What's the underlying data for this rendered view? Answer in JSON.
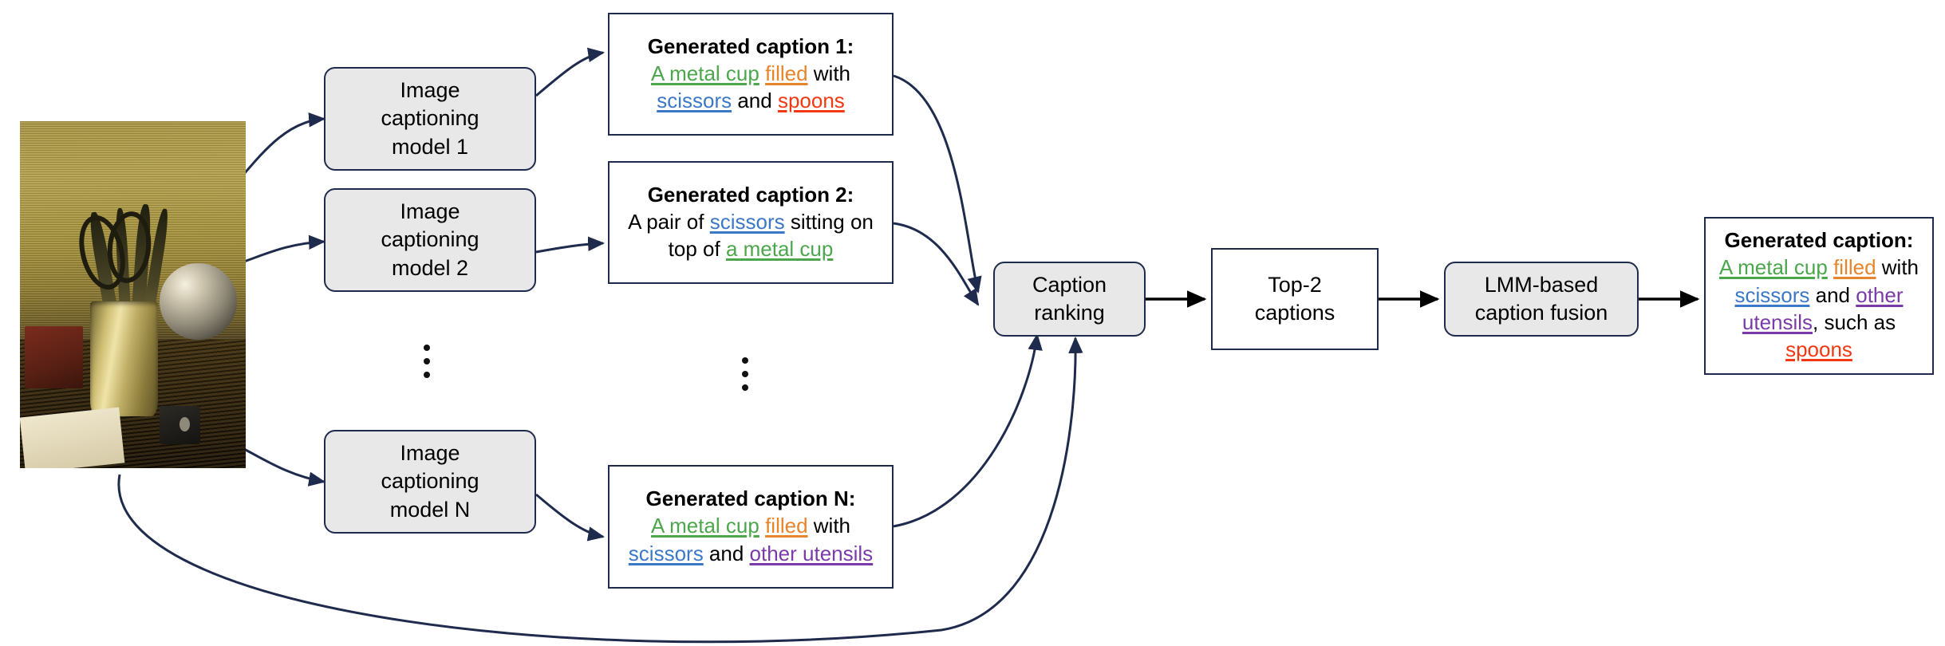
{
  "meta": {
    "title": "Image captioning ensemble and LMM-based caption fusion pipeline"
  },
  "palette": {
    "border": "#1f2b4d",
    "process_fill": "#e8e8e8",
    "data_fill": "#ffffff",
    "green": "#4CA64C",
    "orange": "#E8842B",
    "blue": "#3C78C8",
    "red": "#F03812",
    "purple": "#7A3BA8",
    "black": "#000000"
  },
  "source_image": {
    "alt": "Photograph of a metal cup holding scissors and utensils on a wooden table"
  },
  "models": [
    {
      "id": "model-1",
      "lines": [
        "Image",
        "captioning",
        "model 1"
      ]
    },
    {
      "id": "model-2",
      "lines": [
        "Image",
        "captioning",
        "model 2"
      ]
    },
    {
      "id": "model-n",
      "lines": [
        "Image",
        "captioning",
        "model N"
      ]
    }
  ],
  "captions": [
    {
      "id": "caption-1",
      "title": "Generated caption 1:",
      "tokens": [
        {
          "text": "A metal cup",
          "color": "green",
          "underline": true
        },
        {
          "text": " ",
          "color": "black",
          "underline": false
        },
        {
          "text": "filled",
          "color": "orange",
          "underline": true
        },
        {
          "text": " with ",
          "color": "black",
          "underline": false
        },
        {
          "text": "scissors",
          "color": "blue",
          "underline": true
        },
        {
          "text": " and ",
          "color": "black",
          "underline": false
        },
        {
          "text": "spoons",
          "color": "red",
          "underline": true
        }
      ],
      "plain": "A metal cup filled with scissors and spoons"
    },
    {
      "id": "caption-2",
      "title": "Generated caption 2:",
      "tokens": [
        {
          "text": "A pair of ",
          "color": "black",
          "underline": false
        },
        {
          "text": "scissors",
          "color": "blue",
          "underline": true
        },
        {
          "text": " sitting on top of ",
          "color": "black",
          "underline": false
        },
        {
          "text": "a metal cup",
          "color": "green",
          "underline": true
        }
      ],
      "plain": "A pair of scissors sitting on top of a metal cup"
    },
    {
      "id": "caption-n",
      "title": "Generated caption N:",
      "tokens": [
        {
          "text": "A metal cup",
          "color": "green",
          "underline": true
        },
        {
          "text": " ",
          "color": "black",
          "underline": false
        },
        {
          "text": "filled",
          "color": "orange",
          "underline": true
        },
        {
          "text": " with ",
          "color": "black",
          "underline": false
        },
        {
          "text": "scissors",
          "color": "blue",
          "underline": true
        },
        {
          "text": " and ",
          "color": "black",
          "underline": false
        },
        {
          "text": "other utensils",
          "color": "purple",
          "underline": true
        }
      ],
      "plain": "A metal cup filled with scissors and other utensils"
    }
  ],
  "stages": {
    "caption_ranking": {
      "lines": [
        "Caption",
        "ranking"
      ]
    },
    "top2": {
      "lines": [
        "Top-2",
        "captions"
      ]
    },
    "fusion": {
      "lines": [
        "LMM-based",
        "caption fusion"
      ]
    }
  },
  "final_caption": {
    "id": "final-caption",
    "title": "Generated caption:",
    "tokens": [
      {
        "text": "A metal cup",
        "color": "green",
        "underline": true
      },
      {
        "text": " ",
        "color": "black",
        "underline": false
      },
      {
        "text": "filled",
        "color": "orange",
        "underline": true
      },
      {
        "text": " with ",
        "color": "black",
        "underline": false
      },
      {
        "text": "scissors",
        "color": "blue",
        "underline": true
      },
      {
        "text": " and ",
        "color": "black",
        "underline": false
      },
      {
        "text": "other utensils",
        "color": "purple",
        "underline": true
      },
      {
        "text": ", such as ",
        "color": "black",
        "underline": false
      },
      {
        "text": "spoons",
        "color": "red",
        "underline": true
      }
    ],
    "plain": "A metal cup filled with scissors and other utensils, such as spoons"
  },
  "ellipses": [
    {
      "id": "models-ellipsis",
      "glyph": "vertical-ellipsis"
    },
    {
      "id": "captions-ellipsis",
      "glyph": "vertical-ellipsis"
    }
  ]
}
